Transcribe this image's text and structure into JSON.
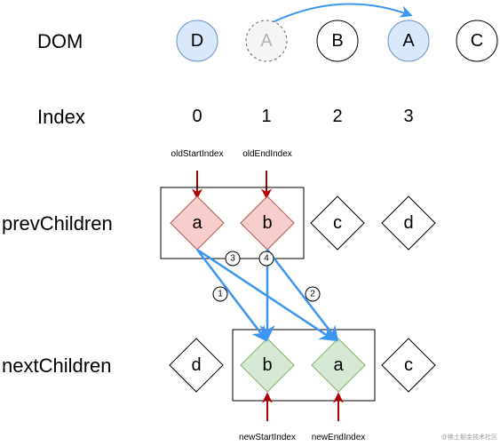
{
  "rows": {
    "dom": "DOM",
    "index": "Index",
    "prev": "prevChildren",
    "next": "nextChildren"
  },
  "dom_nodes": [
    {
      "label": "D",
      "state": "moved"
    },
    {
      "label": "A",
      "state": "removed"
    },
    {
      "label": "B",
      "state": "normal"
    },
    {
      "label": "A",
      "state": "moved"
    },
    {
      "label": "C",
      "state": "normal"
    }
  ],
  "indices": [
    "0",
    "1",
    "2",
    "3"
  ],
  "pointers": {
    "old_start": "oldStartIndex",
    "old_end": "oldEndIndex",
    "new_start": "newStartIndex",
    "new_end": "newEndIndex"
  },
  "prev_children": [
    "a",
    "b",
    "c",
    "d"
  ],
  "next_children": [
    "d",
    "b",
    "a",
    "c"
  ],
  "compare_steps": [
    "1",
    "2",
    "3",
    "4"
  ],
  "watermark": "@稀土掘金技术社区",
  "colors": {
    "blue_arrow": "#3c95f0",
    "red_arrow": "#b20000",
    "dom_moved_fill": "#dae8fc",
    "dom_moved_stroke": "#6c8ebf",
    "removed_fill": "#f5f5f5",
    "removed_stroke": "#666666",
    "prev_active_fill": "#f8cecc",
    "prev_active_stroke": "#b85450",
    "next_active_fill": "#d5e8d4",
    "next_active_stroke": "#82b366"
  }
}
